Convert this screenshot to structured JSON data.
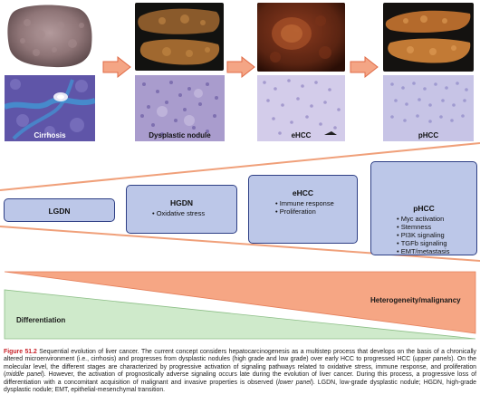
{
  "histology_labels": [
    "Cirrhosis",
    "Dysplastic nodule",
    "eHCC",
    "pHCC"
  ],
  "stages": [
    {
      "title": "LGDN",
      "items": []
    },
    {
      "title": "HGDN",
      "items": [
        "Oxidative stress"
      ]
    },
    {
      "title": "eHCC",
      "items": [
        "Immune response",
        "Proliferation"
      ]
    },
    {
      "title": "pHCC",
      "items": [
        "Myc activation",
        "Stemness",
        "PI3K signaling",
        "TGFb signaling",
        "EMT/metastasis"
      ]
    }
  ],
  "gradients": {
    "differentiation_label": "Differentiation",
    "heterogeneity_label": "Heterogeneity/malignancy"
  },
  "caption": {
    "figure_label": "Figure 51.2",
    "part1": " Sequential evolution of liver cancer. The current concept considers hepatocarcinogenesis as a multistep process that develops on the basis of a chronically altered microenvironment (i.e., cirrhosis) and progresses from dysplastic nodules (high grade and low grade) over early HCC to progressed HCC (",
    "upper": "upper panels",
    "part2": "). On the molecular level, the different stages are characterized by progressive activation of signaling pathways related to oxidative stress, immune response, and proliferation (",
    "middle": "middle panel",
    "part3": "). However, the activation of prognostically adverse signaling occurs late during the evolution of liver cancer. During this process, a progressive loss of differentiation with a concomitant acquisition of malignant and invasive properties is observed (",
    "lower": "lower panel",
    "part4": "). LGDN, low-grade dysplastic nodule; HGDN, high-grade dysplastic nodule; EMT, epithelial-mesenchymal transition."
  },
  "colors": {
    "arrow_fill": "#f4a585",
    "arrow_stroke": "#e06a46",
    "box_fill": "#bcc7e8",
    "box_stroke": "#2e3f85",
    "funnel_line": "#f0a07a",
    "differentiation_fill": "#cfeacb",
    "heterogeneity_fill": "#f6a684",
    "figure_label_color": "#c8232a"
  }
}
